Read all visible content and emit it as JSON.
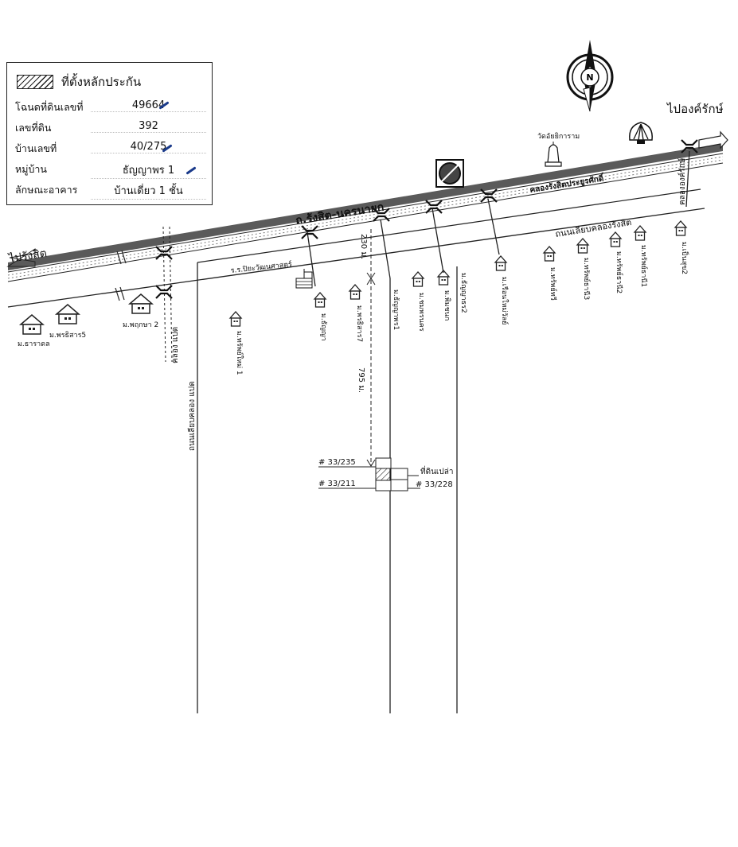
{
  "legend": {
    "header": "ที่ตั้งหลักประกัน",
    "rows": [
      {
        "label": "โฉนดที่ดินเลขที่",
        "value": "49664"
      },
      {
        "label": "เลขที่ดิน",
        "value": "392"
      },
      {
        "label": "บ้านเลขที่",
        "value": "40/275"
      },
      {
        "label": "หมู่บ้าน",
        "value": "ธัญญาพร 1"
      },
      {
        "label": "ลักษณะอาคาร",
        "value": "บ้านเดี่ยว 1 ชั้น"
      }
    ]
  },
  "labels": {
    "north": "N",
    "to_rangsit": "ไปรังสิต",
    "to_ongkharak": "ไปองค์รักษ์",
    "main_road": "ถ.รังสิต-นครนายก",
    "canal_rangsit": "คลองรังสิตประยูรศักดิ์",
    "road_canal_rangsit": "ถนนเลียบคลองรังสิต",
    "klong_paet": "คลอง แปด",
    "road_klong_paet": "ถนนเลียบคลอง แปด",
    "klong_ongkharak": "คลององค์รักษ์",
    "temple": "วัดอัยยิการาม",
    "school": "ร.ร.ปิยะวัฒนศาสตร์",
    "dist_230": "230 ม.",
    "dist_795": "795 ม.",
    "plot_a": "# 33/235",
    "plot_b": "# 33/211",
    "plot_c": "# 33/228",
    "vacant": "ที่ดินเปล่า"
  },
  "villages": {
    "tharadol": "ม.ธาราดล",
    "pornthisarn5": "ม.พรธิสาร5",
    "pruksa2": "ม.พฤกษา 2",
    "sobsap1": "ม.ทรัพย์ใหม่ 1",
    "thanya": "ม.ธัญญา",
    "pornthisarn7": "ม.พรธิสาร7",
    "thanyaporn1": "ม.ธัญญาพร1",
    "chomphon": "ม.ชมพรนคร",
    "phimchanok": "ม.พิมชนก",
    "thanyathon2": "ม.ธัญญาธร2",
    "ruenmaiwan": "ม.เรือนใหม่วัลย์",
    "sapthawee": "ม.ทรัพย์ทวี",
    "sapthanee3": "ม.ทรัพย์ธานี3",
    "sapthanee2": "ม.ทรัพย์ธานี2",
    "sapthanee1": "ม.ทรัพย์ธานี1",
    "pensuk2": "ม.เป็นสุข2"
  }
}
